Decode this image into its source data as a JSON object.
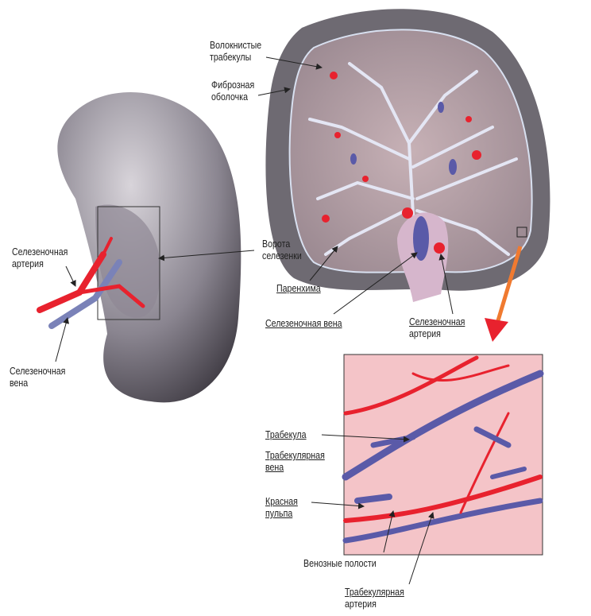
{
  "labels": {
    "fibrous_trabeculae": [
      "Волокнистые",
      "трабекулы"
    ],
    "fibrous_capsule": [
      "Фиброзная",
      "оболочка"
    ],
    "splenic_artery_left": [
      "Селезеночная",
      "артерия"
    ],
    "splenic_hilum": [
      "Ворота",
      "селезенки"
    ],
    "splenic_vein_left": [
      "Селезеночная",
      "вена"
    ],
    "parenchyma": "Паренхима",
    "splenic_vein_center": "Селезеночная вена",
    "splenic_artery_center": [
      "Селезеночная",
      "артерия"
    ],
    "trabecula": "Трабекула",
    "trabecular_vein": [
      "Трабекулярная",
      "вена"
    ],
    "red_pulp": [
      "Красная",
      "пульпа"
    ],
    "venous_sinuses": "Венозные полости",
    "trabecular_artery": [
      "Трабекулярная",
      "артерия"
    ]
  },
  "colors": {
    "artery": "#e8222e",
    "vein": "#5a5aa8",
    "capsule": "#6e6a72",
    "pulp": "#f4c4c8",
    "section": "#b9a2a8"
  }
}
